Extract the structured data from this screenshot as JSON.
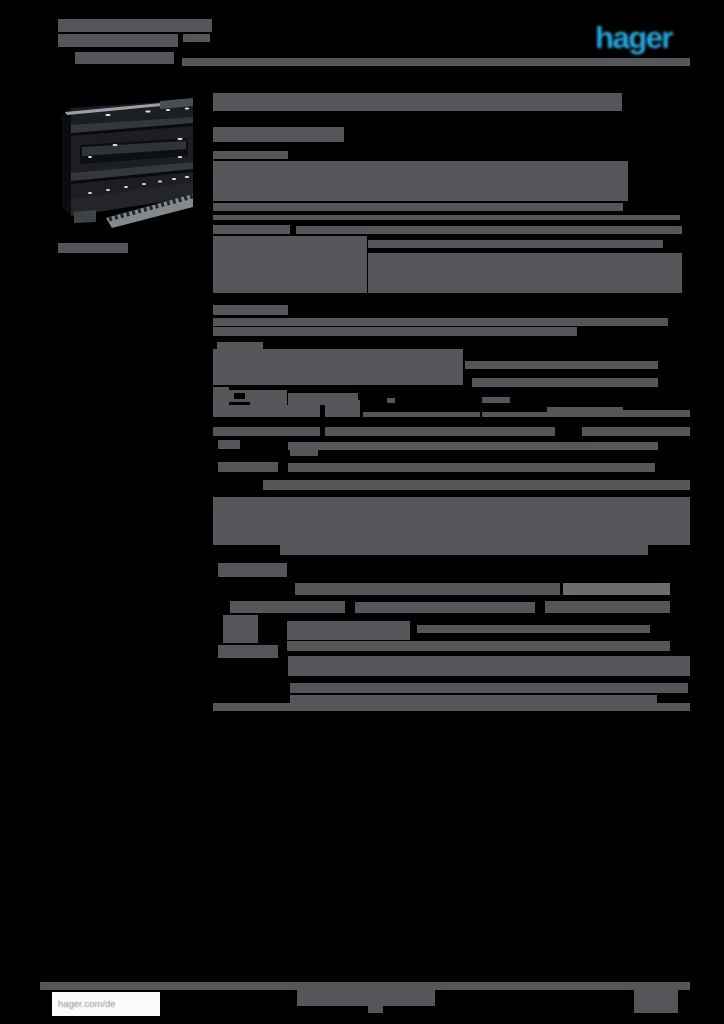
{
  "colors": {
    "page_bg": "#000000",
    "redaction": "#54565A",
    "redaction_light": "#6B6D71",
    "logo_blue": "#29A8DF",
    "footer_box_bg": "#FBFBFB",
    "footer_link_text": "#8E9093"
  },
  "header": {
    "logo_text": "hager"
  },
  "footer": {
    "website": "hager.com/de"
  },
  "redactions": [
    [
      58,
      19,
      154,
      13
    ],
    [
      58,
      34,
      120,
      13
    ],
    [
      183,
      34,
      27,
      8
    ],
    [
      75,
      52,
      99,
      12
    ],
    [
      182,
      58,
      508,
      8
    ],
    [
      213,
      93,
      409,
      18
    ],
    [
      213,
      127,
      131,
      15
    ],
    [
      213,
      151,
      75,
      8
    ],
    [
      213,
      161,
      415,
      40
    ],
    [
      213,
      203,
      410,
      8
    ],
    [
      213,
      215,
      467,
      5
    ],
    [
      213,
      225,
      77,
      9
    ],
    [
      296,
      226,
      386,
      8
    ],
    [
      213,
      236,
      154,
      57
    ],
    [
      368,
      240,
      295,
      8
    ],
    [
      368,
      253,
      314,
      40
    ],
    [
      213,
      305,
      75,
      10
    ],
    [
      213,
      318,
      455,
      8
    ],
    [
      213,
      327,
      364,
      9
    ],
    [
      217,
      342,
      46,
      7
    ],
    [
      213,
      349,
      250,
      36
    ],
    [
      465,
      361,
      193,
      8
    ],
    [
      472,
      378,
      186,
      9
    ],
    [
      213,
      387,
      16,
      30
    ],
    [
      228,
      390,
      22,
      12
    ],
    [
      234,
      393,
      11,
      6,
      "#000000"
    ],
    [
      250,
      390,
      15,
      27
    ],
    [
      265,
      390,
      22,
      27
    ],
    [
      288,
      393,
      70,
      12
    ],
    [
      387,
      398,
      8,
      5
    ],
    [
      482,
      397,
      28,
      6
    ],
    [
      213,
      405,
      107,
      12
    ],
    [
      325,
      400,
      35,
      17
    ],
    [
      363,
      412,
      117,
      5
    ],
    [
      482,
      412,
      65,
      5
    ],
    [
      547,
      407,
      76,
      10
    ],
    [
      623,
      410,
      67,
      7
    ],
    [
      213,
      427,
      107,
      9
    ],
    [
      325,
      427,
      230,
      9
    ],
    [
      582,
      427,
      108,
      9
    ],
    [
      218,
      440,
      22,
      9
    ],
    [
      288,
      442,
      370,
      8
    ],
    [
      290,
      449,
      28,
      7
    ],
    [
      218,
      462,
      60,
      10
    ],
    [
      288,
      463,
      367,
      9
    ],
    [
      263,
      480,
      427,
      10
    ],
    [
      213,
      497,
      477,
      48
    ],
    [
      280,
      545,
      368,
      10
    ],
    [
      218,
      563,
      69,
      14
    ],
    [
      295,
      583,
      265,
      12
    ],
    [
      563,
      583,
      107,
      12,
      "#6B6D71"
    ],
    [
      230,
      601,
      115,
      12
    ],
    [
      355,
      602,
      180,
      11
    ],
    [
      545,
      601,
      125,
      12
    ],
    [
      223,
      615,
      35,
      28
    ],
    [
      287,
      621,
      123,
      19
    ],
    [
      417,
      625,
      233,
      8
    ],
    [
      287,
      641,
      383,
      10
    ],
    [
      218,
      645,
      60,
      13
    ],
    [
      288,
      656,
      402,
      20
    ],
    [
      290,
      683,
      398,
      10
    ],
    [
      290,
      695,
      367,
      8
    ],
    [
      213,
      703,
      477,
      8
    ],
    [
      58,
      243,
      70,
      10
    ],
    [
      40,
      982,
      650,
      8
    ],
    [
      297,
      990,
      138,
      16
    ],
    [
      368,
      1006,
      15,
      7
    ],
    [
      634,
      990,
      44,
      23
    ]
  ]
}
